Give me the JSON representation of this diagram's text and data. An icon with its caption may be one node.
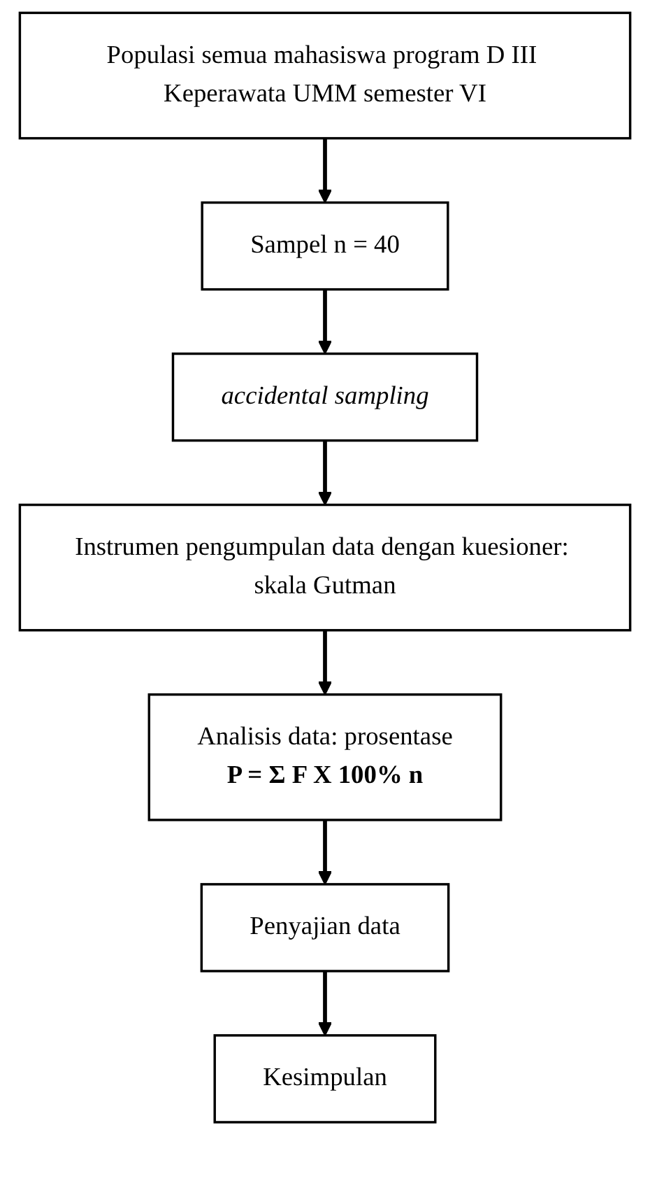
{
  "diagram": {
    "nodes": [
      {
        "text": [
          "Populasi semua mahasiswa program D III Keperawata UMM semester VI"
        ]
      },
      {
        "text": [
          "Sampel n = 40"
        ]
      },
      {
        "text": [
          "accidental sampling"
        ]
      },
      {
        "text": [
          "Instrumen pengumpulan data dengan kuesioner: skala Gutman"
        ]
      },
      {
        "text": [
          "Analisis data: prosentase",
          "P = Σ F X 100% n"
        ]
      },
      {
        "text": [
          "Penyajian data"
        ]
      },
      {
        "text": [
          "Kesimpulan"
        ]
      }
    ],
    "edges": [
      {
        "from": 0,
        "to": 1,
        "arrow": "to"
      },
      {
        "from": 1,
        "to": 2,
        "arrow": "to"
      },
      {
        "from": 2,
        "to": 3,
        "arrow": "to"
      },
      {
        "from": 3,
        "to": 4,
        "arrow": "to"
      },
      {
        "from": 4,
        "to": 5,
        "arrow": "to"
      },
      {
        "from": 5,
        "to": 6,
        "arrow": "to"
      }
    ]
  }
}
